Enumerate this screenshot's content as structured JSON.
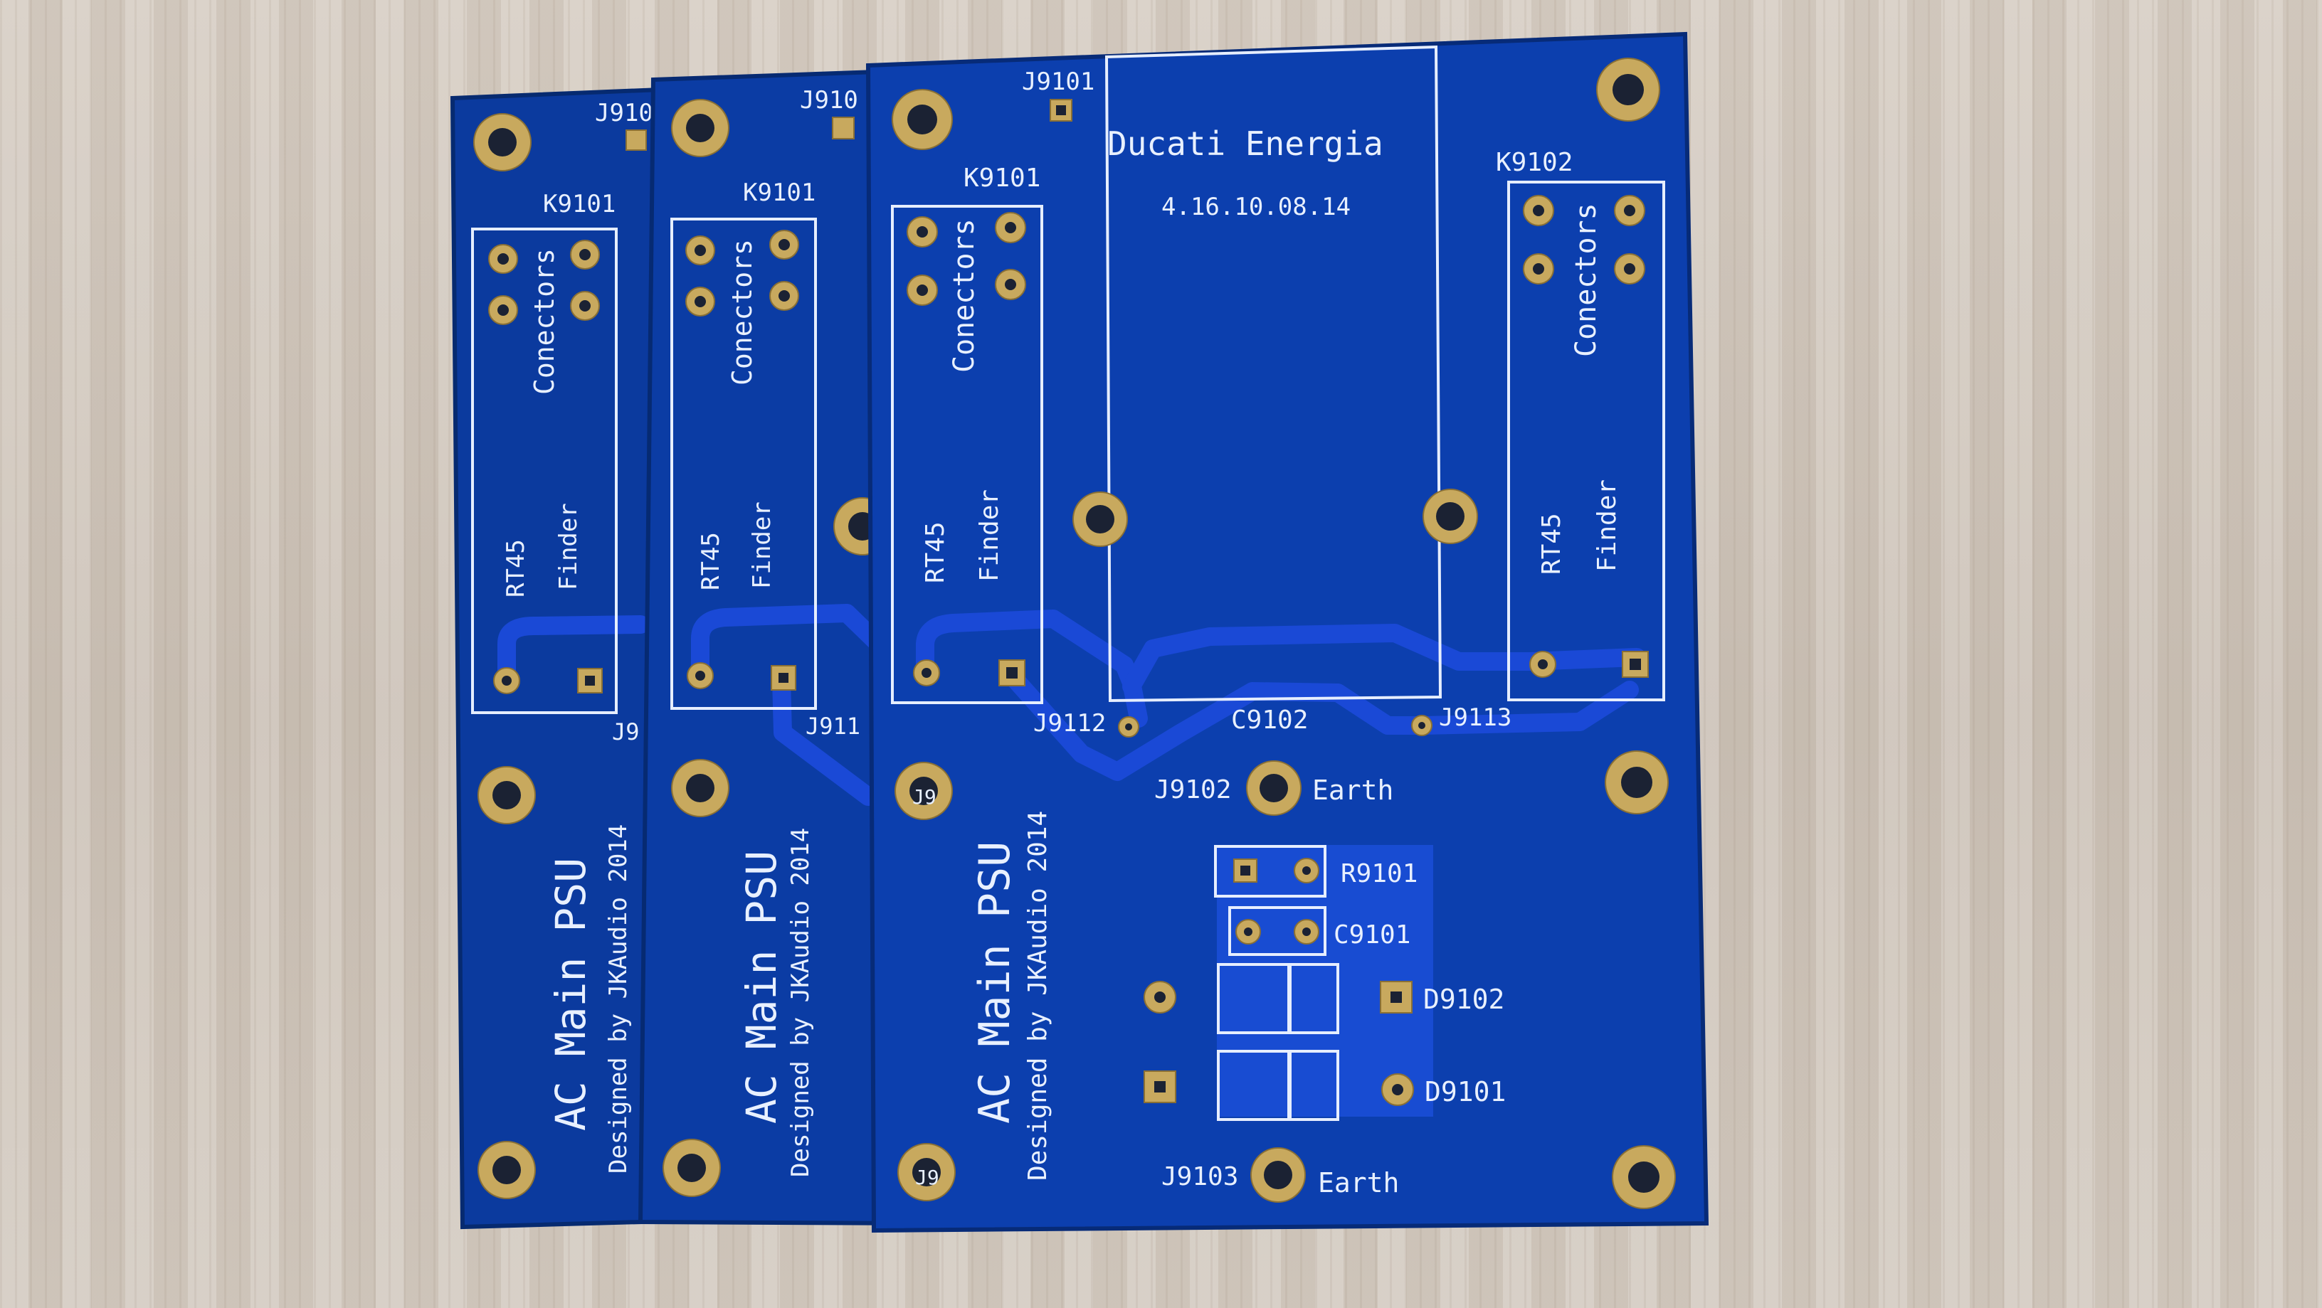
{
  "colors": {
    "board": "#0c3ea8",
    "board_edge": "#072a78",
    "silkscreen": "#e8f0ff",
    "copper_pad": "#c8a95e",
    "table": "#cfc5bb"
  },
  "boards": [
    {
      "refs": {
        "jumper": "J910",
        "relay": "K9101",
        "connector": "J9"
      },
      "labels": {
        "conectors": "Conectors",
        "rt45": "RT45",
        "finder": "Finder",
        "title": "AC Main PSU",
        "designer": "Designed by JKAudio 2014"
      }
    },
    {
      "refs": {
        "jumper": "J910",
        "relay": "K9101",
        "connector": "J911"
      },
      "labels": {
        "conectors": "Conectors",
        "rt45": "RT45",
        "finder": "Finder",
        "title": "AC Main PSU",
        "designer": "Designed by JKAudio 2014"
      }
    },
    {
      "refs": {
        "j9101": "J9101",
        "k9101": "K9101",
        "k9102": "K9102",
        "j9112": "J9112",
        "c9102": "C9102",
        "j9113": "J9113",
        "j9102": "J9102",
        "r9101": "R9101",
        "c9101": "C9101",
        "d9102": "D9102",
        "d9101": "D9101",
        "j9103": "J9103",
        "j9_a": "J9",
        "j9_b": "J9"
      },
      "labels": {
        "brand": "Ducati Energia",
        "part_number": "4.16.10.08.14",
        "conectors": "Conectors",
        "rt45": "RT45",
        "finder": "Finder",
        "earth": "Earth",
        "title": "AC Main PSU",
        "designer": "Designed by JKAudio 2014"
      }
    }
  ]
}
